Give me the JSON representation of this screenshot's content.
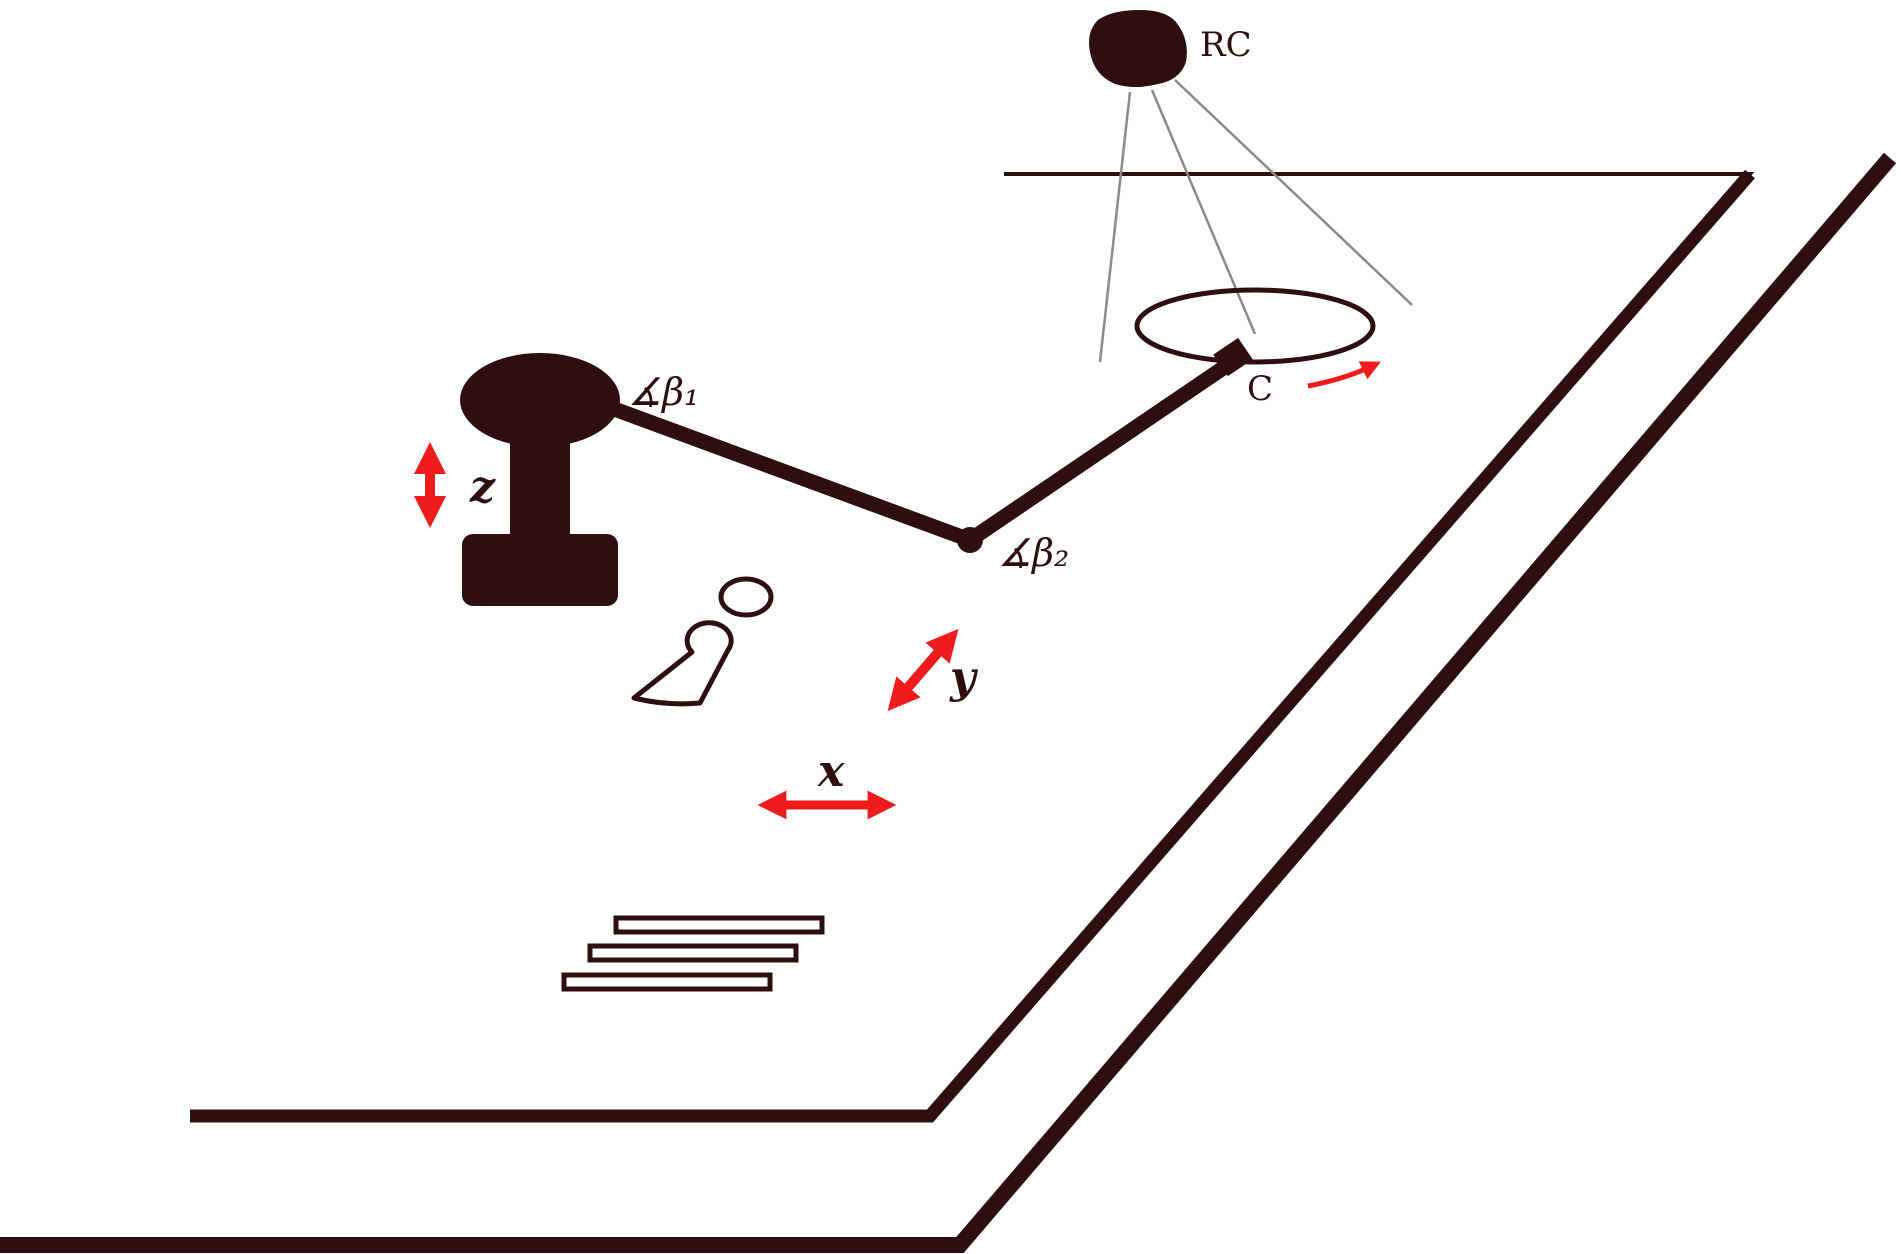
{
  "labels": {
    "camera": "RC",
    "tool_point": "C",
    "angle_joint_1": "∡β₁",
    "angle_joint_2": "∡β₂",
    "axis_x": "x",
    "axis_y": "y",
    "axis_z": "z"
  },
  "colors": {
    "ink": "#2e0e0e",
    "arrow": "#ee1c1c",
    "camera_ray": "#8a8a8a",
    "background": "#ffffff"
  },
  "icons": {
    "camera": "camera-icon",
    "robot_base": "robot-base-icon",
    "motion_arrow": "double-arrow-icon"
  }
}
